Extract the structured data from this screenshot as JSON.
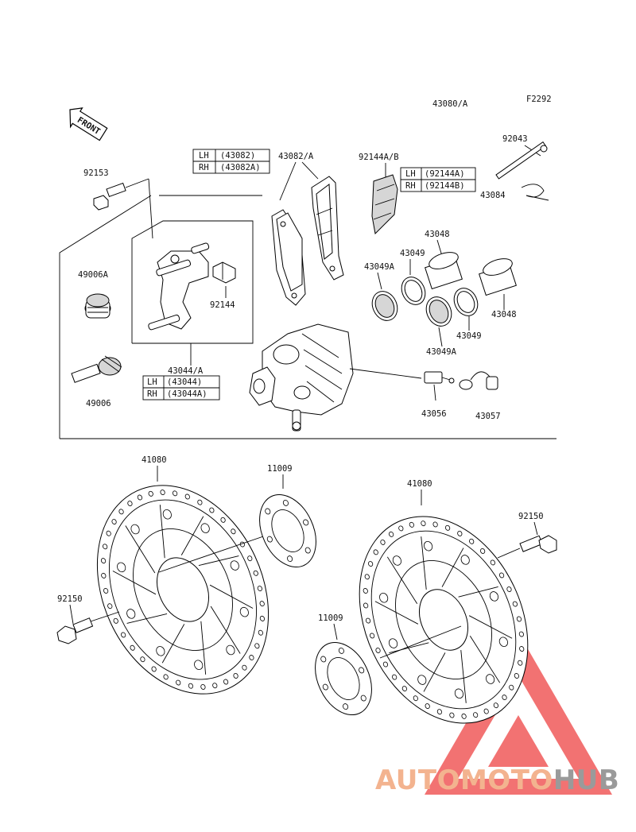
{
  "figure_code": "F2292",
  "assembly_label": "43080/A",
  "front_label": "FRONT",
  "labels": {
    "p92153": "92153",
    "p49006A": "49006A",
    "p49006": "49006",
    "p43082A": "43082/A",
    "p92144AB": "92144A/B",
    "p92043": "92043",
    "p43084": "43084",
    "p43048a": "43048",
    "p43049a": "43049",
    "p43049Aa": "43049A",
    "p43048b": "43048",
    "p43049b": "43049",
    "p43049Ab": "43049A",
    "p92144": "92144",
    "p43044A": "43044/A",
    "p43056": "43056",
    "p43057": "43057",
    "p41080a": "41080",
    "p11009a": "11009",
    "p41080b": "41080",
    "p92150a": "92150",
    "p92150b": "92150",
    "p11009b": "11009"
  },
  "tables": {
    "pads": [
      [
        "LH",
        "(43082)"
      ],
      [
        "RH",
        "(43082A)"
      ]
    ],
    "clip": [
      [
        "LH",
        "(92144A)"
      ],
      [
        "RH",
        "(92144B)"
      ]
    ],
    "bracket": [
      [
        "LH",
        "(43044)"
      ],
      [
        "RH",
        "(43044A)"
      ]
    ]
  },
  "watermark": {
    "parts": [
      "AUTOMOTO",
      "HUB"
    ],
    "colors": {
      "accent": "#f3b38f",
      "dark": "#9a9a9a",
      "triangle": "#f05a5a"
    }
  }
}
